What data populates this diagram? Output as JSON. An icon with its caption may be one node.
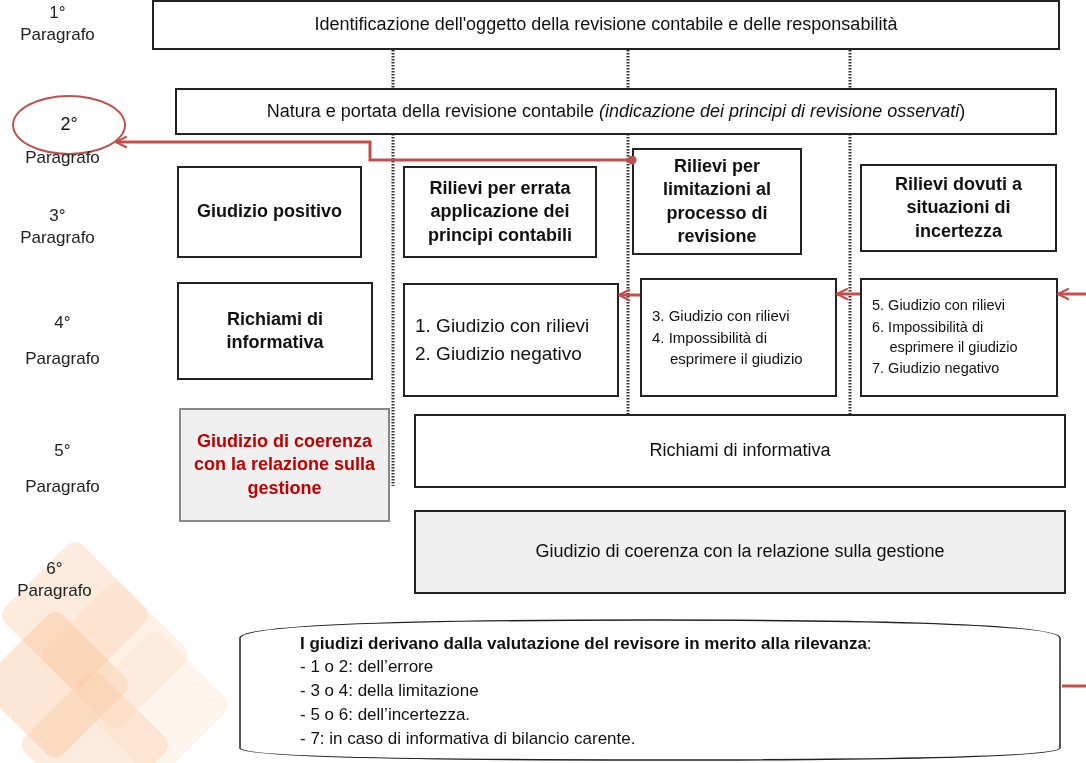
{
  "diagram": {
    "nodes": [
      {
        "text": [
          "Identificazione dell'oggetto della revisione contabile e delle responsabilità"
        ]
      },
      {
        "text": [
          "2°"
        ]
      },
      {
        "text": [
          "Natura e portata della revisione contabile *(indicazione dei principi di revisione osservati*)"
        ]
      },
      {
        "text": [
          "Giudizio positivo"
        ]
      },
      {
        "text": [
          "Rilievi per errata applicazione dei principi contabili"
        ]
      },
      {
        "text": [
          "Rilievi per limitazioni al processo di revisione"
        ]
      },
      {
        "text": [
          "Rilievi dovuti a situazioni di incertezza"
        ]
      },
      {
        "text": [
          "Richiami di informativa"
        ]
      },
      {
        "text": [
          "1. Giudizio con rilievi",
          "2. Giudizio negativo"
        ]
      },
      {
        "text": [
          "3. Giudizio con rilievi",
          "4. Impossibilità di esprimere il giudizio"
        ]
      },
      {
        "text": [
          "5. Giudizio con rilievi",
          "6. Impossibilità di esprimere il giudizio",
          "7. Giudizio negativo"
        ]
      },
      {
        "text": [
          "Giudizio di coerenza con la relazione sulla gestione"
        ]
      },
      {
        "text": [
          "Richiami di informativa"
        ]
      },
      {
        "text": [
          "Giudizio di coerenza con la relazione sulla gestione"
        ]
      },
      {
        "text": [
          "**I giudizi derivano dalla valutazione del revisore in merito alla rilevanza**:",
          "- 1 o 2: dell’errore",
          "- 3 o 4: della limitazione",
          "- 5 o 6: dell’incertezza.",
          "- 7: in caso di informativa di bilancio carente."
        ]
      }
    ],
    "edges": [
      {
        "from": 5,
        "to": 1,
        "arrow": "to",
        "color": "#c0504d"
      },
      {
        "from": 9,
        "to": 8,
        "arrow": "to",
        "color": "#c0504d"
      },
      {
        "from": 10,
        "to": 9,
        "arrow": "to",
        "color": "#c0504d"
      },
      {
        "from": null,
        "to": 10,
        "arrow": "to",
        "color": "#c0504d"
      },
      {
        "from": null,
        "to": 14,
        "arrow": "none",
        "color": "#c0504d"
      }
    ],
    "labels": [
      "1° Paragrafo",
      "Paragrafo",
      "3° Paragrafo",
      "4° Paragrafo",
      "5° Paragrafo",
      "6° Paragrafo"
    ]
  }
}
